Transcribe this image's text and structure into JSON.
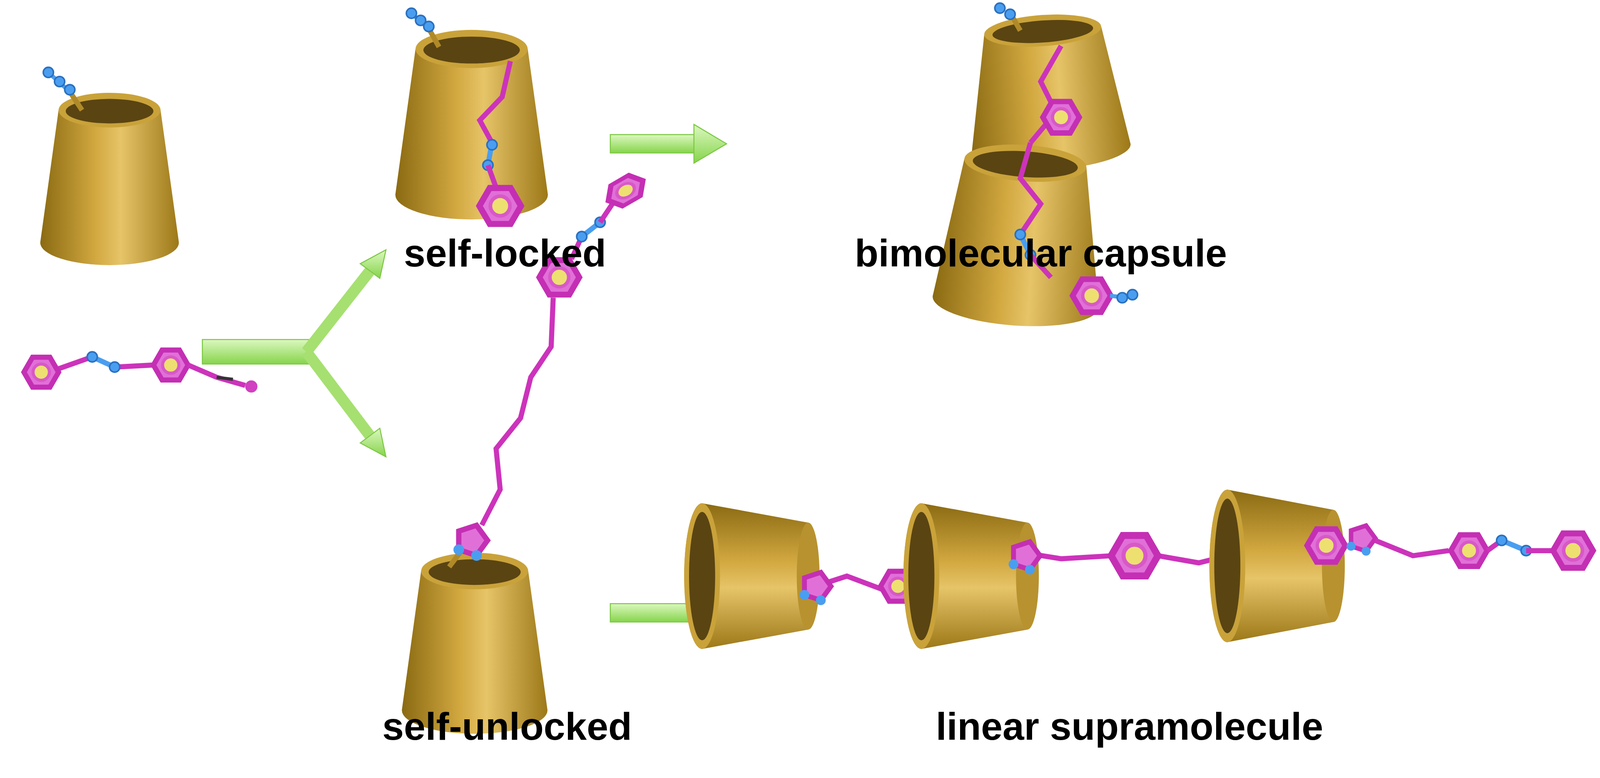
{
  "diagram": {
    "labels": [
      "self-locked",
      "bimolecular capsule",
      "self-unlocked",
      "linear supramolecule"
    ]
  }
}
